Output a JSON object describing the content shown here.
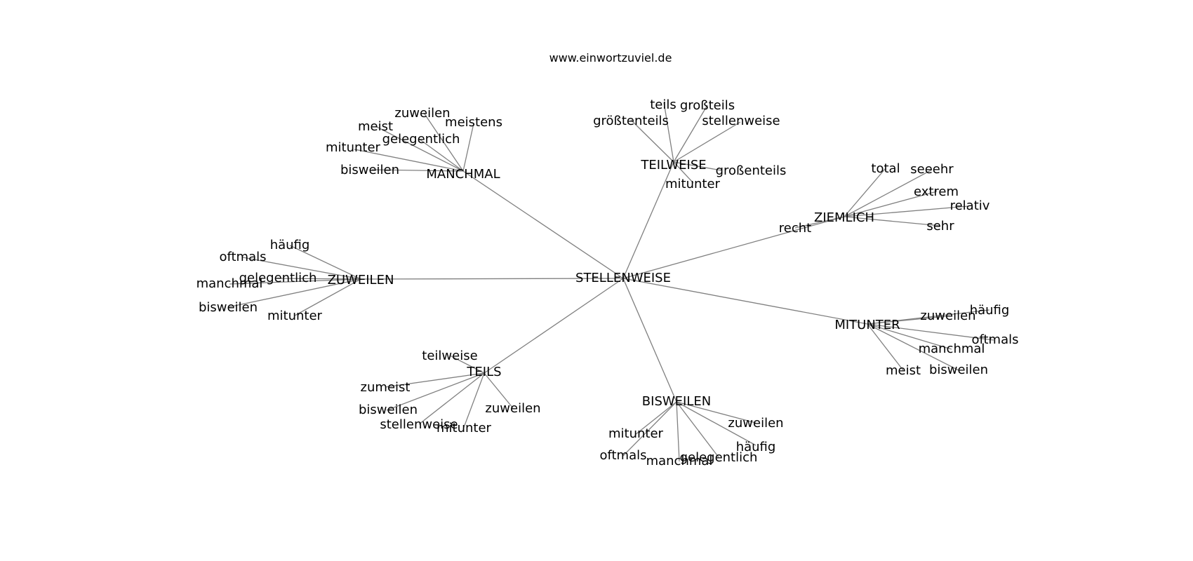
{
  "header": {
    "website": "www.einwortzuviel.de"
  },
  "graph": {
    "center": "STELLENWEISE",
    "clusters": [
      {
        "label": "MANCHMAL",
        "leaves": [
          "zuweilen",
          "meistens",
          "meist",
          "gelegentlich",
          "mitunter",
          "bisweilen"
        ]
      },
      {
        "label": "TEILWEISE",
        "leaves": [
          "teils",
          "großteils",
          "größtenteils",
          "stellenweise",
          "großenteils",
          "mitunter"
        ]
      },
      {
        "label": "ZIEMLICH",
        "leaves": [
          "total",
          "seeehr",
          "extrem",
          "relativ",
          "sehr",
          "recht"
        ]
      },
      {
        "label": "ZUWEILEN",
        "leaves": [
          "häufig",
          "oftmals",
          "gelegentlich",
          "manchmal",
          "bisweilen",
          "mitunter"
        ]
      },
      {
        "label": "MITUNTER",
        "leaves": [
          "häufig",
          "zuweilen",
          "oftmals",
          "manchmal",
          "bisweilen",
          "meist"
        ]
      },
      {
        "label": "TEILS",
        "leaves": [
          "teilweise",
          "zumeist",
          "bisweilen",
          "stellenweise",
          "mitunter",
          "zuweilen"
        ]
      },
      {
        "label": "BISWEILEN",
        "leaves": [
          "zuweilen",
          "mitunter",
          "häufig",
          "oftmals",
          "gelegentlich",
          "manchmal"
        ]
      }
    ]
  }
}
